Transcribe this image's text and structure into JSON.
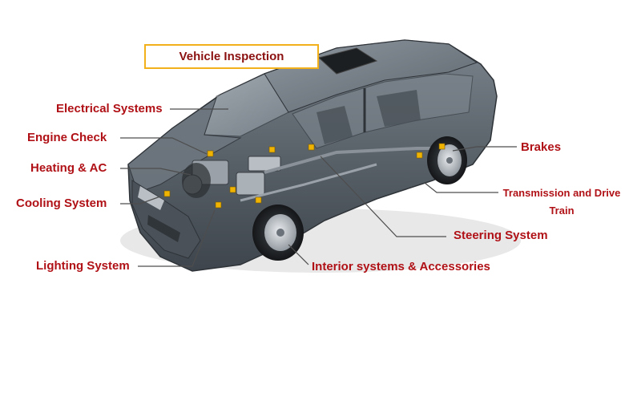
{
  "title": "Vehicle Inspection",
  "labels": {
    "electrical": "Electrical Systems",
    "engine": "Engine Check",
    "heating": "Heating & AC",
    "cooling": "Cooling System",
    "lighting": "Lighting System",
    "brakes": "Brakes",
    "transmission": "Transmission and Drive Train",
    "steering": "Steering System",
    "interior": "Interior systems & Accessories"
  },
  "colors": {
    "label_text": "#b01116",
    "title_text": "#8b1010",
    "title_border": "#f2b11b",
    "leader_line": "#4d4d4d",
    "car_body": "#5b636b",
    "component_marker": "#f0b400"
  }
}
